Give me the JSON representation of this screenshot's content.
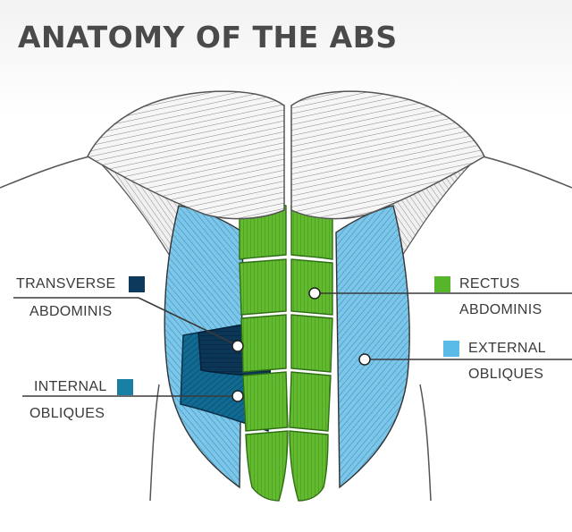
{
  "title": "ANATOMY OF THE ABS",
  "labels": {
    "transverse": {
      "line1": "TRANSVERSE",
      "line2": "ABDOMINIS",
      "color": "#0d3a5c"
    },
    "internal": {
      "line1": "INTERNAL",
      "line2": "OBLIQUES",
      "color": "#1a7fa5"
    },
    "rectus": {
      "line1": "RECTUS",
      "line2": "ABDOMINIS",
      "color": "#57b52b"
    },
    "external": {
      "line1": "EXTERNAL",
      "line2": "OBLIQUES",
      "color": "#5bbbe8"
    }
  },
  "colors": {
    "title": "#4a4a4a",
    "chest": "#f4f4f4",
    "chest_stroke": "#6a6a6a",
    "rectus": "#5fb82e",
    "external_obliques": "#7ec8ea",
    "internal_obliques": "#0f6890",
    "transverse": "#0b3554",
    "outline": "#3a3a3a"
  }
}
